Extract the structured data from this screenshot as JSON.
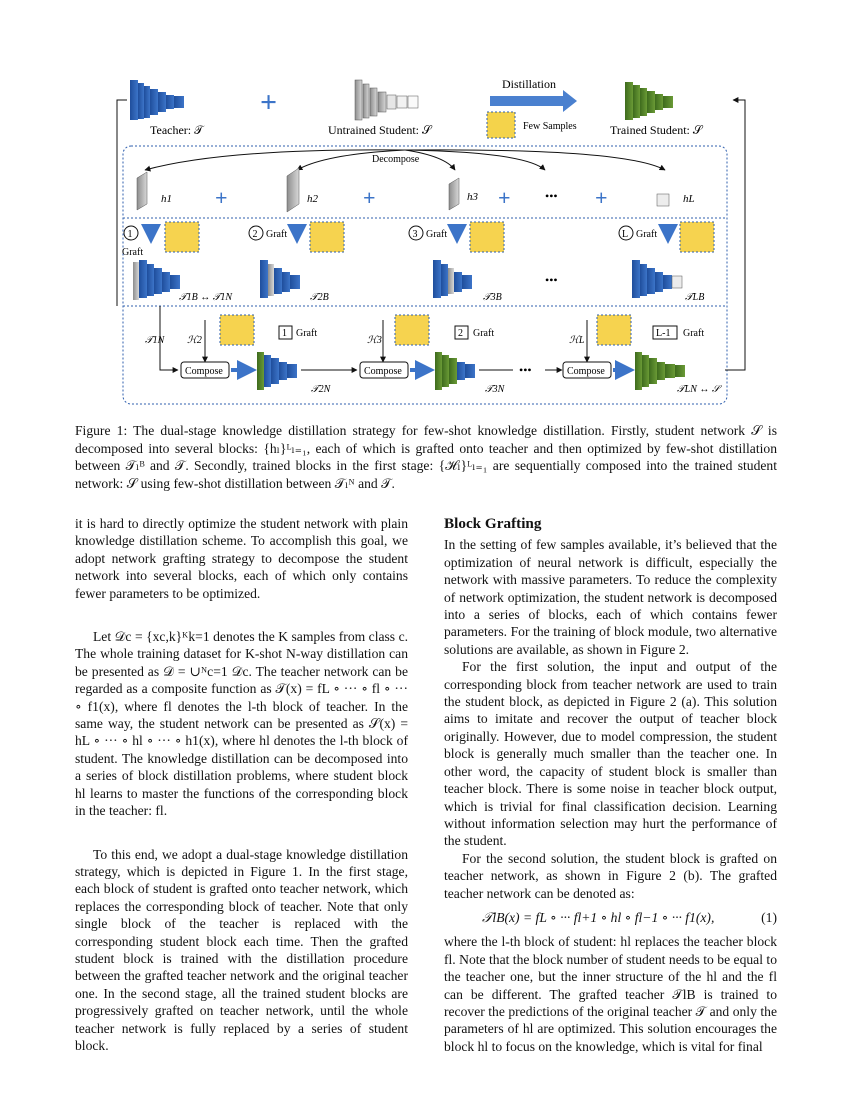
{
  "figure": {
    "teacher_label": "Teacher: 𝒯",
    "untrained_label": "Untrained Student: 𝒮",
    "distillation_label": "Distillation",
    "few_samples_label": "Few Samples",
    "trained_label": "Trained Student: 𝒮",
    "decompose_label": "Decompose",
    "block_labels": [
      "h1",
      "h2",
      "h3",
      "hL"
    ],
    "ellipsis": "•••",
    "step_markers": [
      "1",
      "2",
      "3",
      "L"
    ],
    "graft_label": "Graft",
    "stage1_labels": [
      "𝒯1B ↔ 𝒯1N",
      "𝒯2B",
      "𝒯3B",
      "𝒯LB"
    ],
    "left_label": "𝒯1N",
    "stage2_H_labels": [
      "ℋ2",
      "ℋ3",
      "ℋL"
    ],
    "stage2_graft_indices": [
      "1",
      "2",
      "L-1"
    ],
    "compose_label": "Compose",
    "stage2_bottom_labels": [
      "𝒯2N",
      "𝒯3N",
      "𝒯LN ↔ 𝒮"
    ]
  },
  "caption": {
    "text": "Figure 1: The dual-stage knowledge distillation strategy for few-shot knowledge distillation. Firstly, student network 𝒮 is decomposed into several blocks: {hₗ}ᴸₗ₌₁, each of which is grafted onto teacher and then optimized by few-shot distillation between 𝒯ₗᴮ and 𝒯. Secondly, trained blocks in the first stage: {ℋₗ}ᴸₗ₌₁ are sequentially composed into the trained student network: 𝒮 using few-shot distillation between 𝒯ₗᴺ and 𝒯."
  },
  "left_column": {
    "p1": "it is hard to directly optimize the student network with plain knowledge distillation scheme. To accomplish this goal, we adopt network grafting strategy to decompose the student network into several blocks, each of which only contains fewer parameters to be optimized.",
    "p2": "Let 𝒟c = {xc,k}ᴷk=1 denotes the K samples from class c. The whole training dataset for K-shot N-way distillation can be presented as 𝒟 = ∪ᴺc=1 𝒟c. The teacher network can be regarded as a composite function as 𝒯(x) = fL ∘ ··· ∘ fl ∘ ··· ∘ f1(x), where fl denotes the l-th block of teacher. In the same way, the student network can be presented as 𝒮(x) = hL ∘ ··· ∘ hl ∘ ··· ∘ h1(x), where hl denotes the l-th block of student. The knowledge distillation can be decomposed into a series of block distillation problems, where student block hl learns to master the functions of the corresponding block in the teacher: fl.",
    "p3": "To this end, we adopt a dual-stage knowledge distillation strategy, which is depicted in Figure 1. In the first stage, each block of student is grafted onto teacher network, which replaces the corresponding block of teacher. Note that only single block of the teacher is replaced with the corresponding student block each time. Then the grafted student block is trained with the distillation procedure between the grafted teacher network and the original teacher one. In the second stage, all the trained student blocks are progressively grafted on teacher network, until the whole teacher network is fully replaced by a series of student block."
  },
  "right_column": {
    "heading": "Block Grafting",
    "p1": "In the setting of few samples available, it’s believed that the optimization of neural network is difficult, especially the network with massive parameters. To reduce the complexity of network optimization, the student network is decomposed into a series of blocks, each of which contains fewer parameters. For the training of block module, two alternative solutions are available, as shown in Figure 2.",
    "p2": "For the first solution, the input and output of the corresponding block from teacher network are used to train the student block, as depicted in Figure 2 (a). This solution aims to imitate and recover the output of teacher block originally. However, due to model compression, the student block is generally much smaller than the teacher one. In other word, the capacity of student block is smaller than teacher block. There is some noise in teacher block output, which is trivial for final classification decision. Learning without information selection may hurt the performance of the student.",
    "p3": "For the second solution, the student block is grafted on teacher network, as shown in Figure 2 (b). The grafted teacher network can be denoted as:",
    "equation": "𝒯lB(x) = fL ∘ ··· fl+1 ∘ hl ∘ fl−1 ∘ ··· f1(x),",
    "equation_number": "(1)",
    "p4": "where the l-th block of student: hl replaces the teacher block fl. Note that the block number of student needs to be equal to the teacher one, but the inner structure of the hl and the fl can be different. The grafted teacher 𝒯lB is trained to recover the predictions of the original teacher 𝒯 and only the parameters of hl are optimized. This solution encourages the block hl to focus on the knowledge, which is vital for final"
  }
}
